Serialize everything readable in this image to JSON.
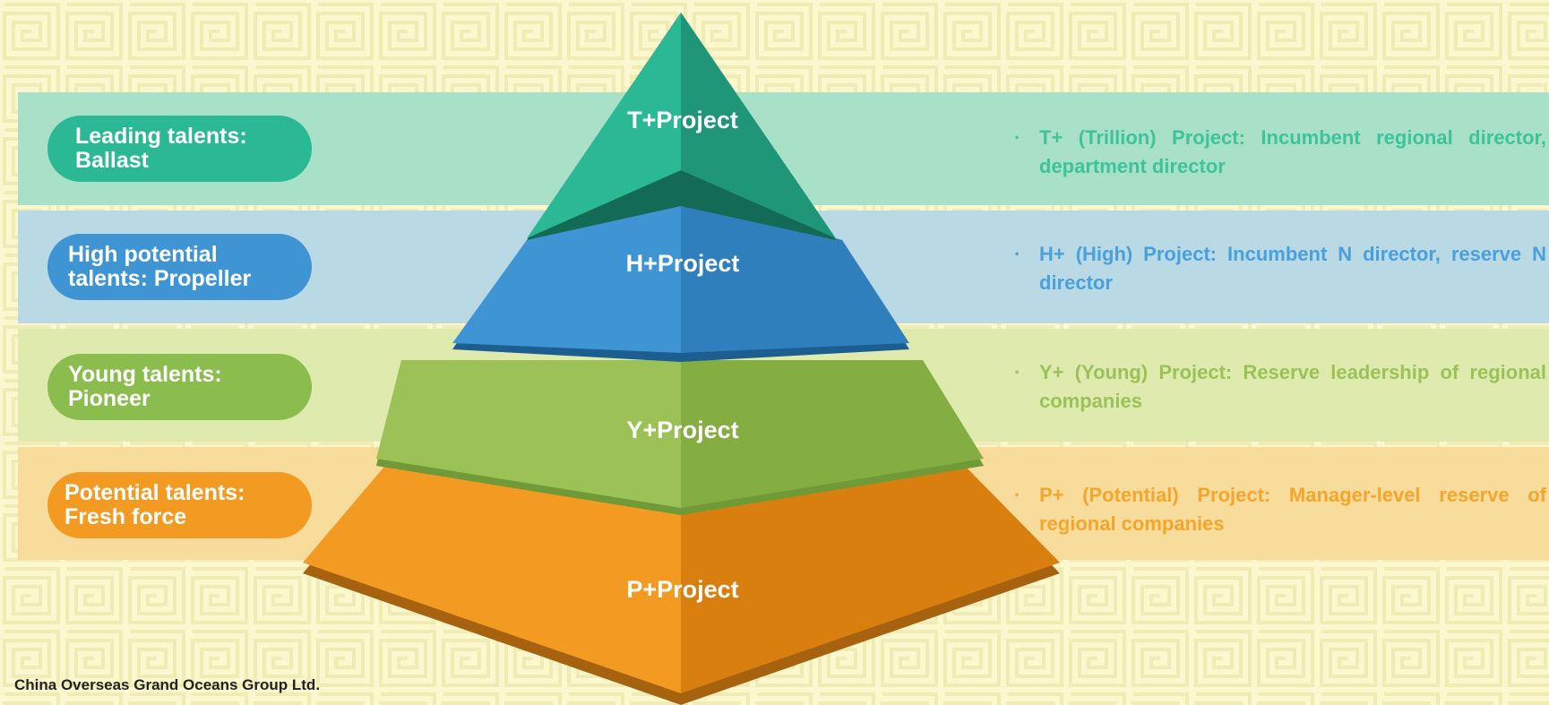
{
  "tiers": [
    {
      "key": "t",
      "left_line1": "Leading talents:",
      "left_line2": "Ballast",
      "pyramid_label": "T+Project",
      "description": "T+ (Trillion) Project: Incumbent regional director, department director",
      "color": "#2bb894",
      "text_color": "#3ec49b",
      "band_color": "#a8e0c8"
    },
    {
      "key": "h",
      "left_line1": "High potential",
      "left_line2": "talents: Propeller",
      "pyramid_label": "H+Project",
      "description": "H+ (High) Project: Incumbent N director, reserve N director",
      "color": "#3f95d3",
      "text_color": "#4aa0dc",
      "band_color": "#b9d9e4"
    },
    {
      "key": "y",
      "left_line1": "Young talents:",
      "left_line2": "Pioneer",
      "pyramid_label": "Y+Project",
      "description": "Y+ (Young) Project: Reserve leadership of regional companies",
      "color": "#8bbd4e",
      "text_color": "#9cc257",
      "band_color": "#dfeaaf"
    },
    {
      "key": "p",
      "left_line1": "Potential talents:",
      "left_line2": "Fresh force",
      "pyramid_label": "P+Project",
      "description": "P+ (Potential) Project: Manager-level reserve of regional companies",
      "color": "#f29a21",
      "text_color": "#f5a52b",
      "band_color": "#f7dc9c"
    }
  ],
  "bullet": "·",
  "footer": "China Overseas Grand Oceans Group Ltd."
}
